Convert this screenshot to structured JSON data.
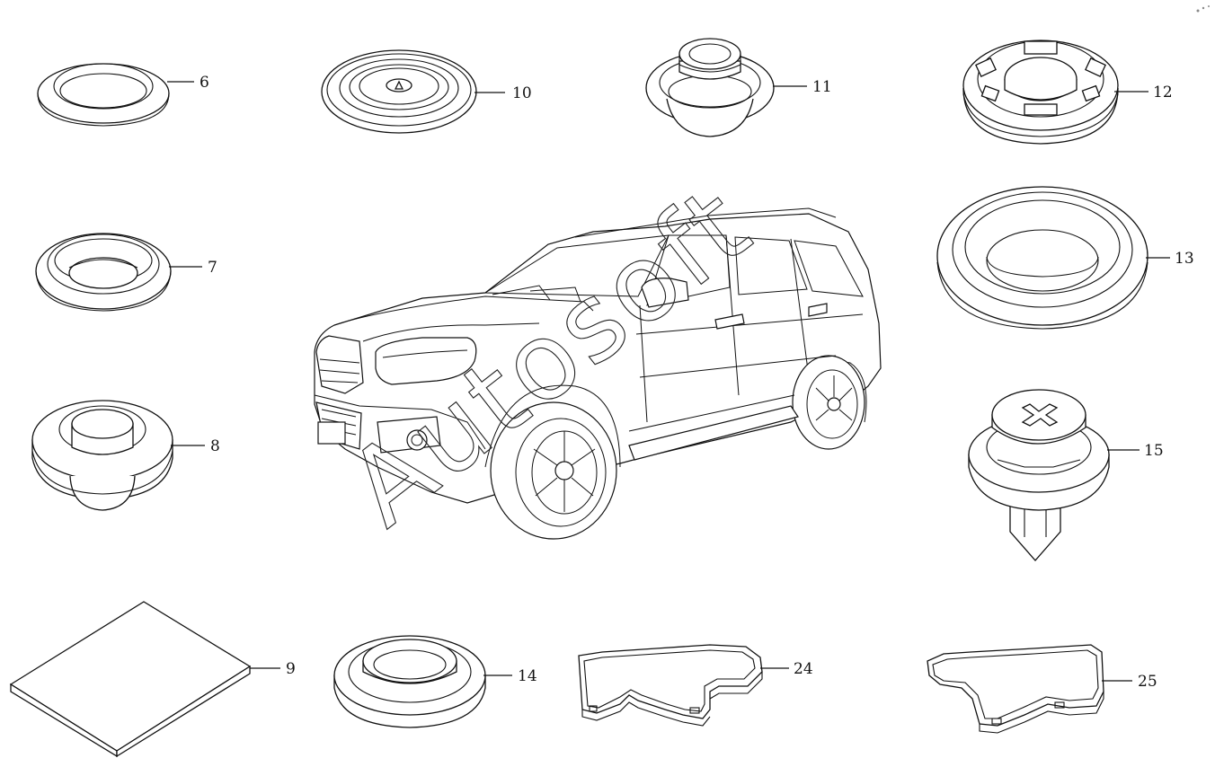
{
  "watermark": "Autosoft",
  "callouts": {
    "p6": "6",
    "p7": "7",
    "p8": "8",
    "p9": "9",
    "p10": "10",
    "p11": "11",
    "p12": "12",
    "p13": "13",
    "p14": "14",
    "p15": "15",
    "p24": "24",
    "p25": "25"
  }
}
